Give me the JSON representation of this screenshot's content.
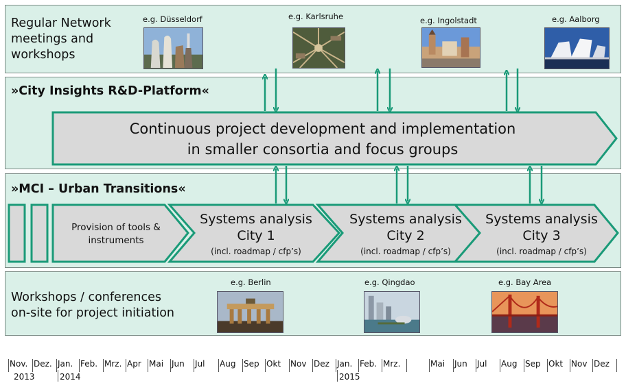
{
  "colors": {
    "band_fill": "#daf0e8",
    "shape_fill": "#d9d9d9",
    "shape_border": "#1a9a78",
    "arrow_color": "#1a9a78"
  },
  "top": {
    "label": "Regular Network\nmeetings and\nworkshops",
    "cities": [
      "e.g. Düsseldorf",
      "e.g. Karlsruhe",
      "e.g. Ingolstadt",
      "e.g. Aalborg"
    ]
  },
  "platform": {
    "title": "»City Insights R&D-Platform«",
    "arrow_text": "Continuous project development and implementation\nin smaller consortia and focus groups"
  },
  "mci": {
    "title": "»MCI – Urban Transitions«",
    "tools": "Provision of tools &\ninstruments",
    "phases": [
      {
        "title": "Systems analysis",
        "city": "City 1",
        "sub": "(incl. roadmap / cfp’s)"
      },
      {
        "title": "Systems analysis",
        "city": "City 2",
        "sub": "(incl. roadmap / cfp’s)"
      },
      {
        "title": "Systems analysis",
        "city": "City 3",
        "sub": "(incl. roadmap / cfp’s)"
      }
    ]
  },
  "bottom": {
    "label": "Workshops / conferences\non-site for project initiation",
    "cities": [
      "e.g. Berlin",
      "e.g. Qingdao",
      "e.g. Bay Area"
    ]
  },
  "timeline": {
    "months": [
      "Nov.",
      "Dez.",
      "Jan.",
      "Feb.",
      "Mrz.",
      "Apr",
      "Mai",
      "Jun",
      "Jul",
      "Aug",
      "Sep",
      "Okt",
      "Nov",
      "Dez",
      "Jan.",
      "Feb.",
      "Mrz.",
      "",
      "Mai",
      "Jun",
      "Jul",
      "Aug",
      "Sep",
      "Okt",
      "Nov",
      "Dez"
    ],
    "years": [
      "2013",
      "2014",
      "2015"
    ]
  }
}
